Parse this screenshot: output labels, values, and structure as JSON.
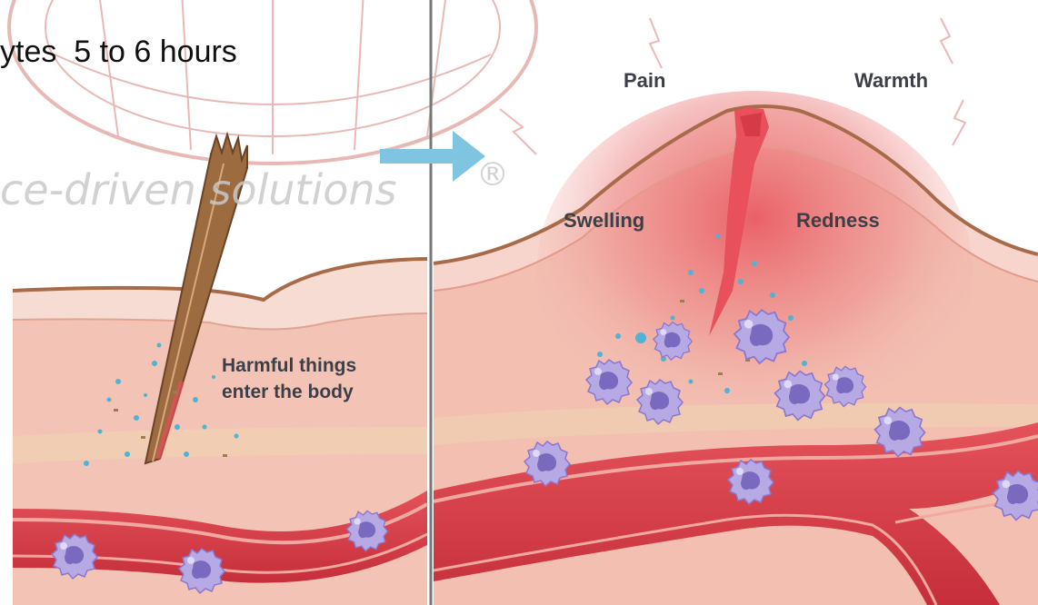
{
  "caption": {
    "text": "ytes  5 to 6 hours"
  },
  "watermark": {
    "tagline": "ce-driven solutions",
    "mark": "®"
  },
  "left_panel": {
    "label_line1": "Harmful things",
    "label_line2": "enter the body"
  },
  "right_panel": {
    "pain": "Pain",
    "warmth": "Warmth",
    "swelling": "Swelling",
    "redness": "Redness"
  },
  "colors": {
    "skin_surface": "#f6d7cf",
    "tissue": "#f3c7bb",
    "inflamed": "#e8505b",
    "epidermis_line": "#a86b4a",
    "vessel": "#d83a45",
    "vessel_inner": "#f0a8a0",
    "white_cell": "#b7a9e4",
    "white_cell_nucleus": "#6f5fb8",
    "debris_blue": "#4fb3d6",
    "arrow": "#7fc4e0",
    "splinter": "#9c6b40",
    "divider": "#777777"
  }
}
